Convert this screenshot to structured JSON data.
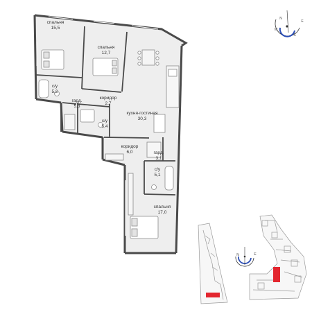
{
  "rooms": [
    {
      "id": "bedroom-1",
      "name": "спальня",
      "area": "15,5"
    },
    {
      "id": "bedroom-2",
      "name": "спальня",
      "area": "12,7"
    },
    {
      "id": "bath-1",
      "name": "с/у",
      "area": "5,2"
    },
    {
      "id": "corridor-1",
      "name": "коридор",
      "area": "2,7"
    },
    {
      "id": "wardrobe-1",
      "name": "гард.",
      "area": "5,3"
    },
    {
      "id": "bath-2",
      "name": "с/у",
      "area": "5,4"
    },
    {
      "id": "living",
      "name": "кухня-гостиная",
      "area": "30,3"
    },
    {
      "id": "corridor-2",
      "name": "коридор",
      "area": "6,0"
    },
    {
      "id": "wardrobe-2",
      "name": "гард.",
      "area": "3,1"
    },
    {
      "id": "bath-3",
      "name": "с/у",
      "area": "5,1"
    },
    {
      "id": "bedroom-3",
      "name": "спальня",
      "area": "17,0"
    }
  ],
  "compass": {
    "n": "N",
    "e": "E",
    "w": "W",
    "s": "S"
  },
  "colors": {
    "wall": "#4a4a4a",
    "floor": "#eeeeee",
    "highlight": "#e3262f",
    "site": "#cfcfcf"
  }
}
